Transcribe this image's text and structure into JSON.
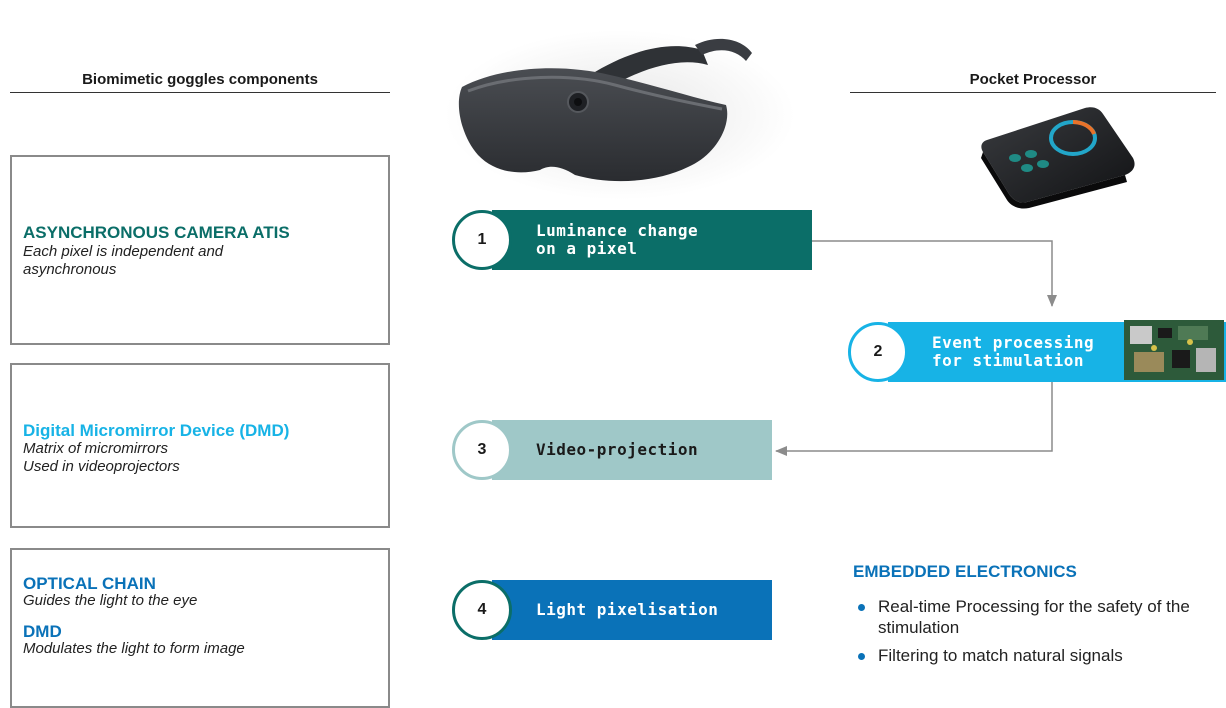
{
  "headers": {
    "left": "Biomimetic goggles components",
    "right": "Pocket Processor"
  },
  "components": [
    {
      "title": "ASYNCHRONOUS CAMERA ATIS",
      "subtitle": "Each pixel is independent and asynchronous"
    },
    {
      "title": "Digital Micromirror Device (DMD)",
      "subtitle": "Matrix of micromirrors\nUsed in videoprojectors"
    },
    {
      "title": "OPTICAL CHAIN",
      "subtitle": "Guides the light to the eye",
      "title2": "DMD",
      "subtitle2": "Modulates the light to form image"
    }
  ],
  "steps": [
    {
      "num": "1",
      "label": "Luminance change\non a pixel"
    },
    {
      "num": "2",
      "label": "Event processing\nfor stimulation"
    },
    {
      "num": "3",
      "label": "Video-projection"
    },
    {
      "num": "4",
      "label": "Light pixelisation"
    }
  ],
  "electronics": {
    "title": "EMBEDDED ELECTRONICS",
    "items": [
      "Real-time Processing for the safety of the stimulation",
      "Filtering to match natural signals"
    ]
  },
  "colors": {
    "teal": "#0b6e68",
    "cyan": "#17b3e6",
    "light_teal": "#9fc8c8",
    "blue": "#0a72b8"
  },
  "images": {
    "goggles": "goggles-image",
    "processor": "pocket-processor-image",
    "circuit": "circuit-board-image"
  }
}
